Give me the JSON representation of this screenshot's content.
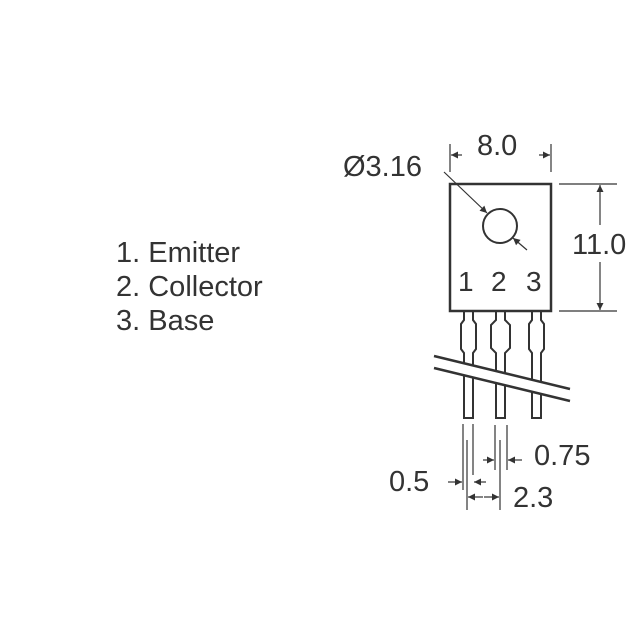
{
  "legend": {
    "items": [
      {
        "number": "1.",
        "label": "Emitter",
        "text": "1. Emitter"
      },
      {
        "number": "2.",
        "label": "Collector",
        "text": "2. Collector"
      },
      {
        "number": "3.",
        "label": "Base",
        "text": "3. Base"
      }
    ]
  },
  "package": {
    "pin_labels": [
      "1",
      "2",
      "3"
    ]
  },
  "dimensions": {
    "width": "8.0",
    "height": "11.0",
    "hole_diameter": "Ø3.16",
    "lead_width_narrow": "0.5",
    "lead_width_wide": "0.75",
    "lead_pitch": "2.3"
  },
  "colors": {
    "line": "#333333",
    "background": "#ffffff"
  }
}
